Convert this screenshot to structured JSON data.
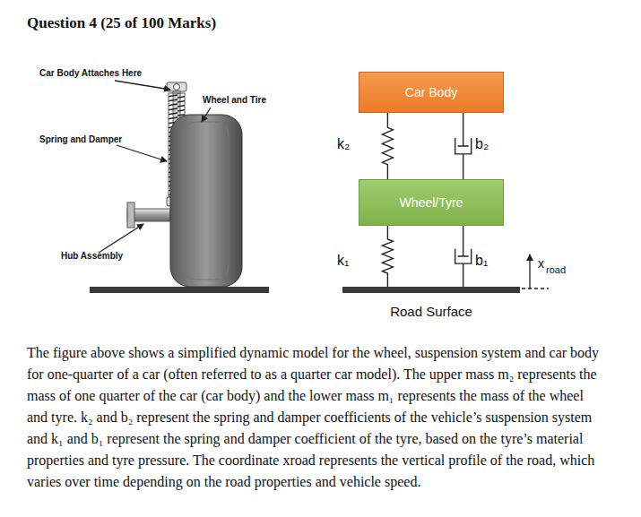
{
  "diagram": {
    "title": "Question 4 (25 of 100 Marks)",
    "nodes": [
      {
        "text": [
          "Car Body"
        ]
      },
      {
        "text": [
          "Wheel/Tyre"
        ]
      },
      {
        "text": [
          "Road Surface"
        ]
      }
    ],
    "edges": [
      {
        "from": 0,
        "to": 1,
        "arrow": "none"
      },
      {
        "from": 1,
        "to": 2,
        "arrow": "none"
      }
    ],
    "labels": [
      "Car Body Attaches Here",
      "Wheel and Tire",
      "Spring and Damper",
      "Hub Assembly",
      "k₂",
      "b₂",
      "k₁",
      "b₁",
      "x",
      "road",
      "The figure above shows a simplified dynamic model for the wheel, suspension system and car body for one-quarter of a car (often referred to as a quarter car model). The upper mass m₂ represents the mass of one quarter of the car (car body) and the lower mass m₁ represents the mass of the wheel and tyre. k₂ and b₂ represent the spring and damper coefficients of the vehicle’s suspension system and k₁ and b₁ represent the spring and damper coefficient of the tyre, based on the tyre’s material properties and tyre pressure. The coordinate xroad represents the vertical profile of the road, which varies over time depending on the road properties and vehicle speed."
    ]
  }
}
